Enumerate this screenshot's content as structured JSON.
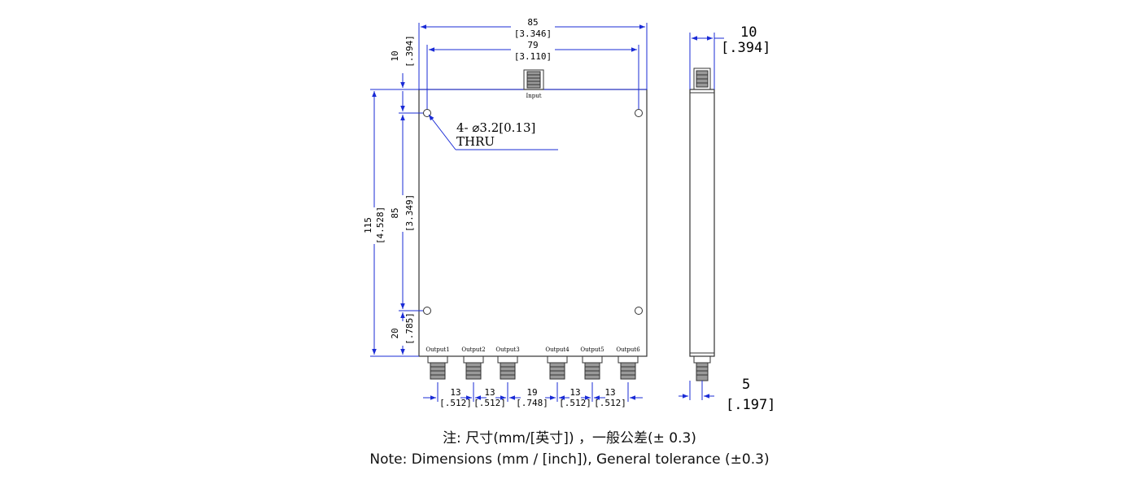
{
  "drawing": {
    "dims": {
      "width_total": "85",
      "width_total_in": "[3.346]",
      "hole_spacing_w": "79",
      "hole_spacing_w_in": "[3.110]",
      "top_offset": "10",
      "top_offset_in": "[.394]",
      "height_total": "115",
      "height_total_in": "[4.528]",
      "hole_spacing_h": "85",
      "hole_spacing_h_in": "[3.349]",
      "bottom_offset": "20",
      "bottom_offset_in": "[.785]",
      "port_pitch_1": "13",
      "port_pitch_1_in": "[.512]",
      "port_pitch_2": "13",
      "port_pitch_2_in": "[.512]",
      "port_pitch_3": "19",
      "port_pitch_3_in": "[.748]",
      "port_pitch_4": "13",
      "port_pitch_4_in": "[.512]",
      "port_pitch_5": "13",
      "port_pitch_5_in": "[.512]",
      "side_thickness": "10",
      "side_thickness_in": "[.394]",
      "side_offset": "5",
      "side_offset_in": "[.197]"
    },
    "hole_callout": "4- ⌀3.2[0.13]",
    "hole_callout_thru": "THRU",
    "input_label": "Input",
    "output_labels": [
      "Output1",
      "Output2",
      "Output3",
      "Output4",
      "Output5",
      "Output6"
    ]
  },
  "notes": {
    "chinese": "注: 尺寸(mm/[英寸]) ，一般公差(± 0.3)",
    "english": "Note: Dimensions (mm / [inch]), General tolerance (±0.3)"
  }
}
